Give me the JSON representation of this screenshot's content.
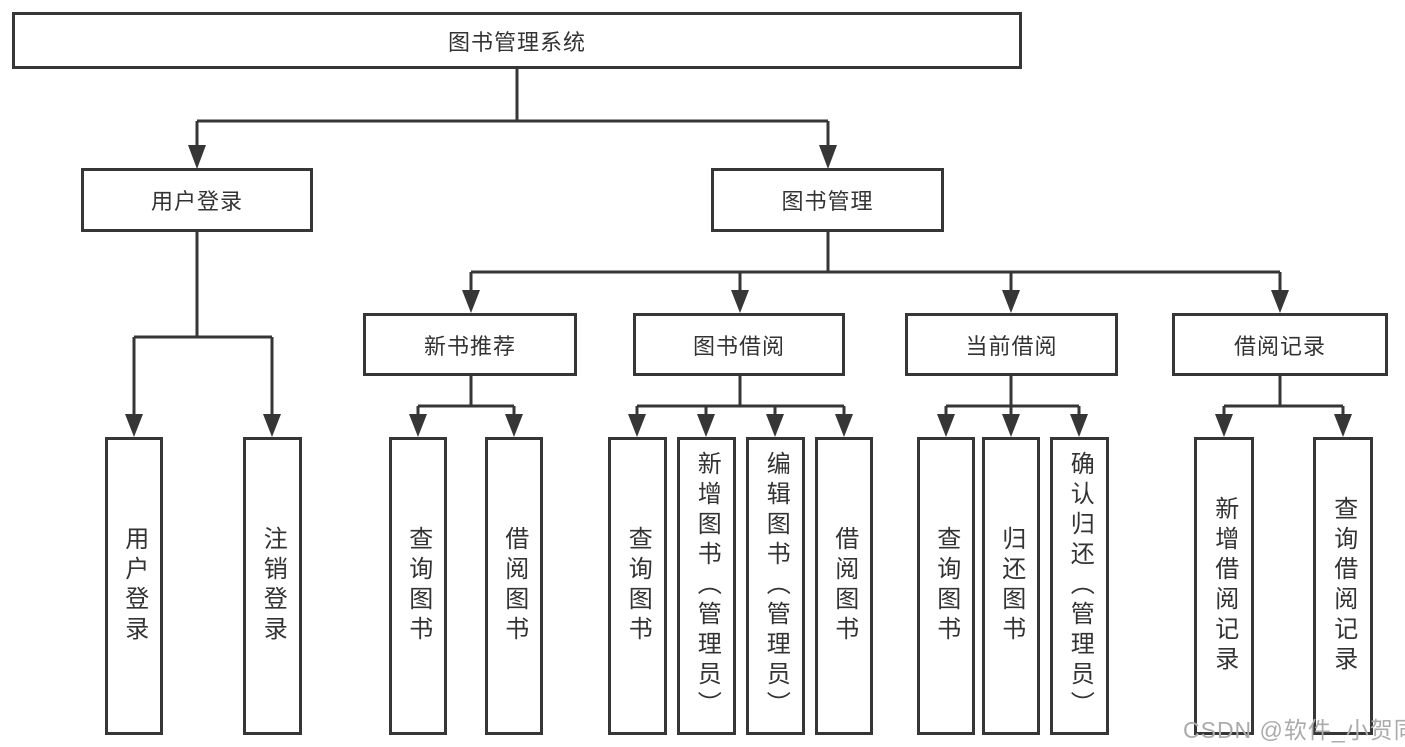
{
  "diagram": {
    "title": "图书管理系统",
    "nodes": {
      "root": {
        "label": "图书管理系统"
      },
      "user_login": {
        "label": "用户登录"
      },
      "book_mgmt": {
        "label": "图书管理"
      },
      "new_book_rec": {
        "label": "新书推荐"
      },
      "book_borrow": {
        "label": "图书借阅"
      },
      "current_borrow": {
        "label": "当前借阅"
      },
      "borrow_record": {
        "label": "借阅记录"
      },
      "user_login_leaf": {
        "label": "用户登录"
      },
      "logout_leaf": {
        "label": "注销登录"
      },
      "rec_query_book": {
        "label": "查询图书"
      },
      "rec_borrow_book": {
        "label": "借阅图书"
      },
      "bb_query_book": {
        "label": "查询图书"
      },
      "bb_add_book": {
        "label": "新增图书（管理员）"
      },
      "bb_edit_book": {
        "label": "编辑图书（管理员）"
      },
      "bb_borrow_book": {
        "label": "借阅图书"
      },
      "cb_query_book": {
        "label": "查询图书"
      },
      "cb_return_book": {
        "label": "归还图书"
      },
      "cb_confirm_return": {
        "label": "确认归还（管理员）"
      },
      "br_add_record": {
        "label": "新增借阅记录"
      },
      "br_query_record": {
        "label": "查询借阅记录"
      }
    },
    "edges": [
      {
        "from": "root",
        "to": "user_login"
      },
      {
        "from": "root",
        "to": "book_mgmt"
      },
      {
        "from": "user_login",
        "to": "user_login_leaf"
      },
      {
        "from": "user_login",
        "to": "logout_leaf"
      },
      {
        "from": "book_mgmt",
        "to": "new_book_rec"
      },
      {
        "from": "book_mgmt",
        "to": "book_borrow"
      },
      {
        "from": "book_mgmt",
        "to": "current_borrow"
      },
      {
        "from": "book_mgmt",
        "to": "borrow_record"
      },
      {
        "from": "new_book_rec",
        "to": "rec_query_book"
      },
      {
        "from": "new_book_rec",
        "to": "rec_borrow_book"
      },
      {
        "from": "book_borrow",
        "to": "bb_query_book"
      },
      {
        "from": "book_borrow",
        "to": "bb_add_book"
      },
      {
        "from": "book_borrow",
        "to": "bb_edit_book"
      },
      {
        "from": "book_borrow",
        "to": "bb_borrow_book"
      },
      {
        "from": "current_borrow",
        "to": "cb_query_book"
      },
      {
        "from": "current_borrow",
        "to": "cb_return_book"
      },
      {
        "from": "current_borrow",
        "to": "cb_confirm_return"
      },
      {
        "from": "borrow_record",
        "to": "br_add_record"
      },
      {
        "from": "borrow_record",
        "to": "br_query_record"
      }
    ],
    "colors": {
      "line": "#363636",
      "box_border": "#363636",
      "box_fill": "#ffffff",
      "text": "#333333",
      "watermark": "#ababab"
    }
  },
  "watermark": {
    "text": "CSDN @软件_小贺同学"
  }
}
